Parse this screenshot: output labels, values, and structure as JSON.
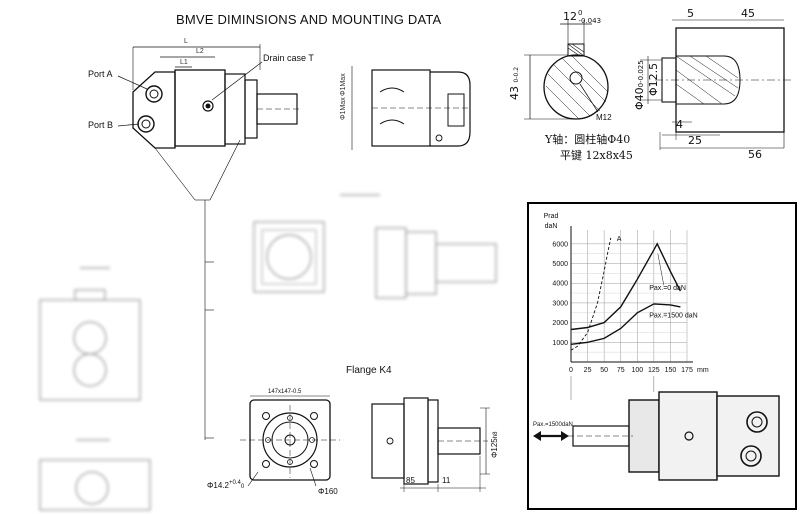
{
  "title": "BMVE    DIMINSIONS AND MOUNTING DATA",
  "labels": {
    "port_a": "Port A",
    "port_b": "Port B",
    "drain_case": "Drain case T",
    "dim_L": "L",
    "dim_L2": "L2",
    "dim_L1": "L1",
    "flange_k4": "Flange K4",
    "vert_dim_1": "Φ1Max",
    "vert_dim_2": "Φ1Max"
  },
  "shaft_detail": {
    "key_width": "12",
    "key_width_tol_upper": "0",
    "key_width_tol_lower": "-0.043",
    "height": "43",
    "height_tol_upper": "0",
    "height_tol_lower": "-0.2",
    "thread": "M12",
    "shaft_dia": "Φ40",
    "shaft_dia_tol_upper": "0",
    "shaft_dia_tol_lower": "-0.025",
    "pilot_dia": "Φ12.5",
    "len_5": "5",
    "len_45": "45",
    "len_4": "4",
    "len_25": "25",
    "len_56": "56",
    "shaft_name": "Y轴：圆柱轴Φ40",
    "key_name": "平键 12x8x45"
  },
  "flange": {
    "bolt_circle": "147x147-0.5",
    "hole_dia": "Φ14.2",
    "hole_tol_upper": "+0.4",
    "hole_tol_lower": "0",
    "outer_dia": "Φ160",
    "pilot_dia": "Φ125",
    "pilot_tol": "h8",
    "len_85": "85",
    "len_11": "11"
  },
  "chart_data": {
    "type": "line",
    "ylabel_1": "Prad",
    "ylabel_2": "daN",
    "xlabel": "mm",
    "x_ticks": [
      0,
      25,
      50,
      75,
      100,
      125,
      150,
      175
    ],
    "y_ticks": [
      1000,
      2000,
      3000,
      4000,
      5000,
      6000
    ],
    "xlim": [
      0,
      175
    ],
    "ylim": [
      0,
      6500
    ],
    "grid": true,
    "series": [
      {
        "name": "A",
        "style": "dashed",
        "x": [
          0,
          10,
          25,
          40,
          50,
          55,
          60
        ],
        "y": [
          600,
          800,
          1500,
          3000,
          4600,
          5500,
          6300
        ]
      },
      {
        "name": "Pax.=0 daN",
        "style": "solid",
        "x": [
          0,
          25,
          50,
          75,
          100,
          125,
          130,
          150,
          165
        ],
        "y": [
          1650,
          1750,
          2000,
          2800,
          4200,
          5700,
          6000,
          4600,
          3600
        ]
      },
      {
        "name": "Pax.=1500 daN",
        "style": "solid",
        "x": [
          0,
          25,
          50,
          75,
          100,
          125,
          150,
          165
        ],
        "y": [
          900,
          1000,
          1200,
          1700,
          2500,
          2950,
          2900,
          2800
        ]
      }
    ],
    "axial_load_label": "Pax.=1500daN"
  }
}
